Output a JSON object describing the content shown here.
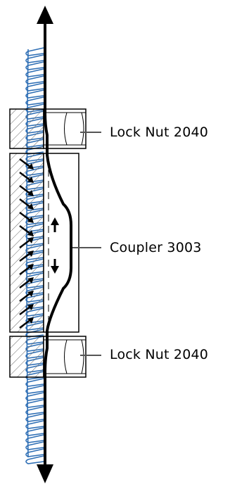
{
  "labels": {
    "top_lock_nut": "Lock Nut 2040",
    "coupler": "Coupler 3003",
    "bottom_lock_nut": "Lock Nut 2040"
  },
  "colors": {
    "line": "#000000",
    "rebar": "#2f6fb5",
    "hatch": "#555555",
    "background": "#ffffff"
  },
  "icons": {
    "tension_arrows": "arrow-up / arrow-down",
    "load_arrows": "diagonal-arrows"
  }
}
